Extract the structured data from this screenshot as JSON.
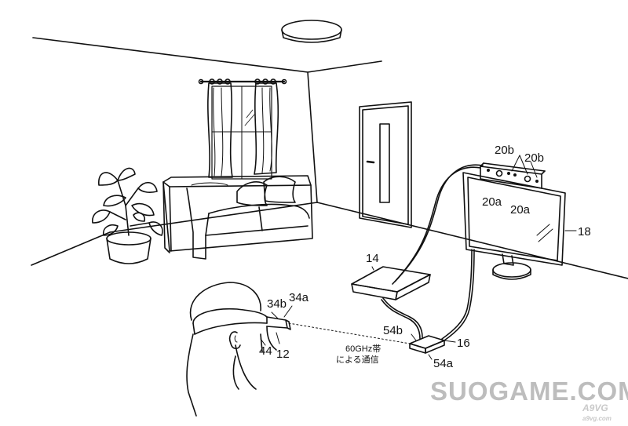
{
  "figure": {
    "labels": {
      "camera_left": "20b",
      "camera_right": "20b",
      "lens_left": "20a",
      "lens_right": "20a",
      "monitor": "18",
      "console": "14",
      "relay_device": "16",
      "relay_antenna_top": "54b",
      "relay_antenna_bottom": "54a",
      "hmd_antenna_b": "34b",
      "hmd_antenna_a": "34a",
      "hmd_unit": "12",
      "hmd_strap": "44"
    },
    "wireless_caption_line1": "60GHz帯",
    "wireless_caption_line2": "による通信"
  },
  "watermark": {
    "main": "SUOGAME.COM",
    "sub": "A9VG",
    "sub_small": "a9vg.com"
  }
}
